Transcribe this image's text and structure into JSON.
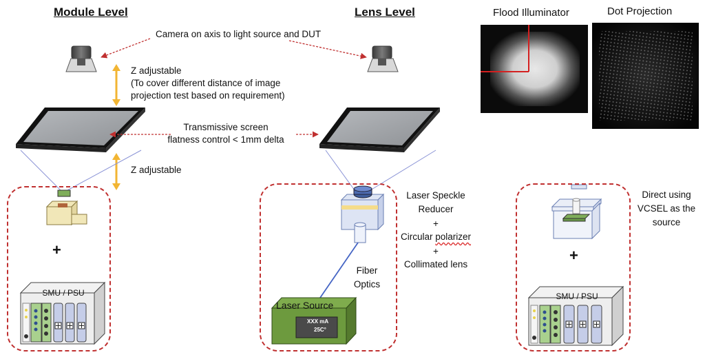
{
  "headings": {
    "module_level": "Module Level",
    "lens_level": "Lens Level"
  },
  "annotations": {
    "camera_axis": "Camera on axis to light source and DUT",
    "z_adjustable_top": "Z adjustable",
    "z_note_line1": "(To cover different distance of image",
    "z_note_line2": "projection test based on requirement)",
    "screen_line1": "Transmissive screen",
    "screen_line2": "flatness control < 1mm delta",
    "z_adjustable_bottom": "Z adjustable",
    "plus": "+",
    "speckle_line1": "Laser Speckle",
    "speckle_line2": "Reducer",
    "speckle_plus1": "+",
    "polarizer_word1": "Circular ",
    "polarizer_word2": "polarizer",
    "speckle_plus2": "+",
    "collimated": "Collimated lens",
    "fiber_line1": "Fiber",
    "fiber_line2": "Optics",
    "direct_line1": "Direct using",
    "direct_line2": "VCSEL as the",
    "direct_line3": "source"
  },
  "equipment": {
    "smu_psu_label": "SMU / PSU",
    "laser_source_label": "Laser Source",
    "laser_display_line1": "XXX mA",
    "laser_display_line2": "25C°"
  },
  "images": {
    "flood_title": "Flood Illuminator",
    "dot_title": "Dot Projection"
  },
  "colors": {
    "dashed_red": "#c03030",
    "z_arrow": "#f2b533",
    "beam_line": "#8a93d6",
    "fiber_line": "#4565c4",
    "crosshair": "#d42020",
    "laser_box": "#6d9a3e",
    "psu_panel": "#a9d18e"
  },
  "icons": [
    "camera-icon",
    "screen-icon",
    "module-icon",
    "psu-icon",
    "laser-source-icon",
    "optics-assembly-icon",
    "vcsel-fixture-icon",
    "z-arrow-icon"
  ]
}
